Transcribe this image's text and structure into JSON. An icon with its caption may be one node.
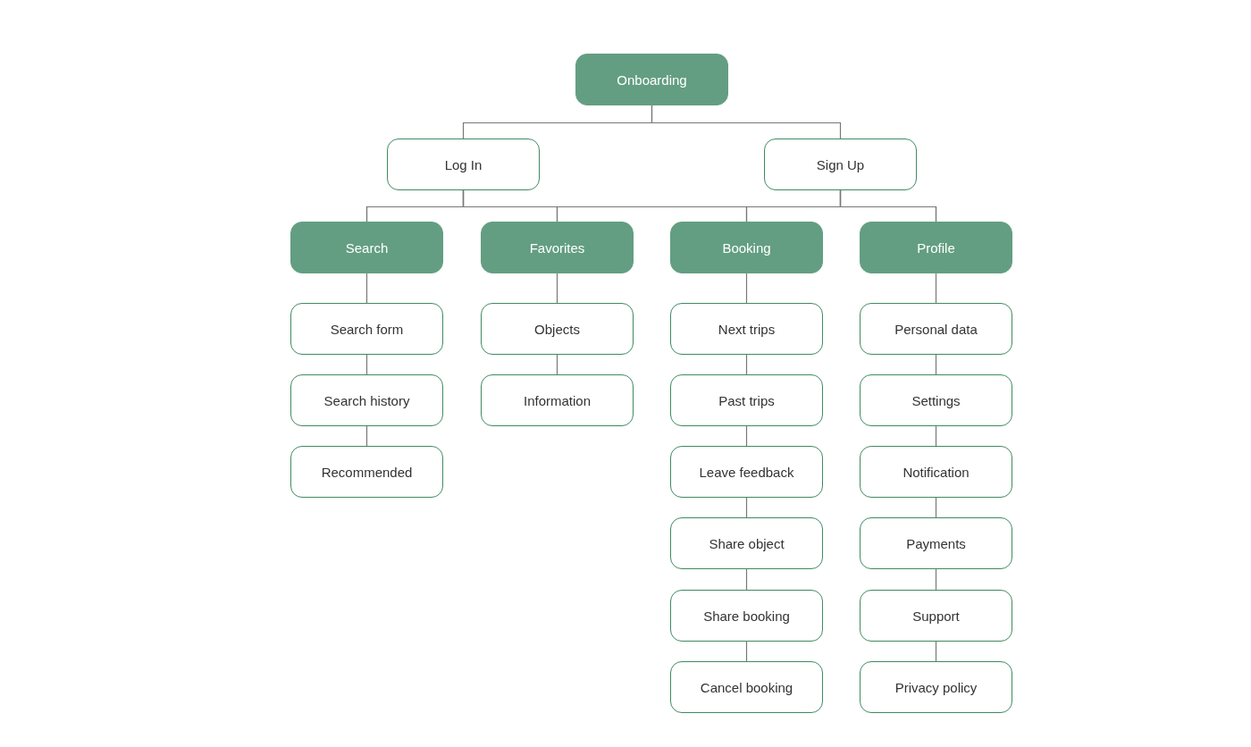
{
  "diagram": {
    "nodes": [
      {
        "text": [
          "Onboarding"
        ]
      },
      {
        "text": [
          "Log In"
        ]
      },
      {
        "text": [
          "Sign Up"
        ]
      },
      {
        "text": [
          "Search"
        ]
      },
      {
        "text": [
          "Favorites"
        ]
      },
      {
        "text": [
          "Booking"
        ]
      },
      {
        "text": [
          "Profile"
        ]
      },
      {
        "text": [
          "Search form"
        ]
      },
      {
        "text": [
          "Search history"
        ]
      },
      {
        "text": [
          "Recommended"
        ]
      },
      {
        "text": [
          "Objects"
        ]
      },
      {
        "text": [
          "Information"
        ]
      },
      {
        "text": [
          "Next trips"
        ]
      },
      {
        "text": [
          "Past trips"
        ]
      },
      {
        "text": [
          "Leave feedback"
        ]
      },
      {
        "text": [
          "Share object"
        ]
      },
      {
        "text": [
          "Share booking"
        ]
      },
      {
        "text": [
          "Cancel booking"
        ]
      },
      {
        "text": [
          "Personal data"
        ]
      },
      {
        "text": [
          "Settings"
        ]
      },
      {
        "text": [
          "Notification"
        ]
      },
      {
        "text": [
          "Payments"
        ]
      },
      {
        "text": [
          "Support"
        ]
      },
      {
        "text": [
          "Privacy policy"
        ]
      }
    ],
    "edges": [
      {
        "from": 0,
        "to": 1,
        "arrow": "none"
      },
      {
        "from": 0,
        "to": 2,
        "arrow": "none"
      },
      {
        "from": 1,
        "to": 3,
        "arrow": "none"
      },
      {
        "from": 1,
        "to": 4,
        "arrow": "none"
      },
      {
        "from": 1,
        "to": 5,
        "arrow": "none"
      },
      {
        "from": 1,
        "to": 6,
        "arrow": "none"
      },
      {
        "from": 2,
        "to": 3,
        "arrow": "none"
      },
      {
        "from": 2,
        "to": 4,
        "arrow": "none"
      },
      {
        "from": 2,
        "to": 5,
        "arrow": "none"
      },
      {
        "from": 2,
        "to": 6,
        "arrow": "none"
      },
      {
        "from": 3,
        "to": 7,
        "arrow": "none"
      },
      {
        "from": 7,
        "to": 8,
        "arrow": "none"
      },
      {
        "from": 8,
        "to": 9,
        "arrow": "none"
      },
      {
        "from": 4,
        "to": 10,
        "arrow": "none"
      },
      {
        "from": 10,
        "to": 11,
        "arrow": "none"
      },
      {
        "from": 5,
        "to": 12,
        "arrow": "none"
      },
      {
        "from": 12,
        "to": 13,
        "arrow": "none"
      },
      {
        "from": 13,
        "to": 14,
        "arrow": "none"
      },
      {
        "from": 14,
        "to": 15,
        "arrow": "none"
      },
      {
        "from": 15,
        "to": 16,
        "arrow": "none"
      },
      {
        "from": 16,
        "to": 17,
        "arrow": "none"
      },
      {
        "from": 6,
        "to": 18,
        "arrow": "none"
      },
      {
        "from": 18,
        "to": 19,
        "arrow": "none"
      },
      {
        "from": 19,
        "to": 20,
        "arrow": "none"
      },
      {
        "from": 20,
        "to": 21,
        "arrow": "none"
      },
      {
        "from": 21,
        "to": 22,
        "arrow": "none"
      },
      {
        "from": 22,
        "to": 23,
        "arrow": "none"
      }
    ]
  }
}
